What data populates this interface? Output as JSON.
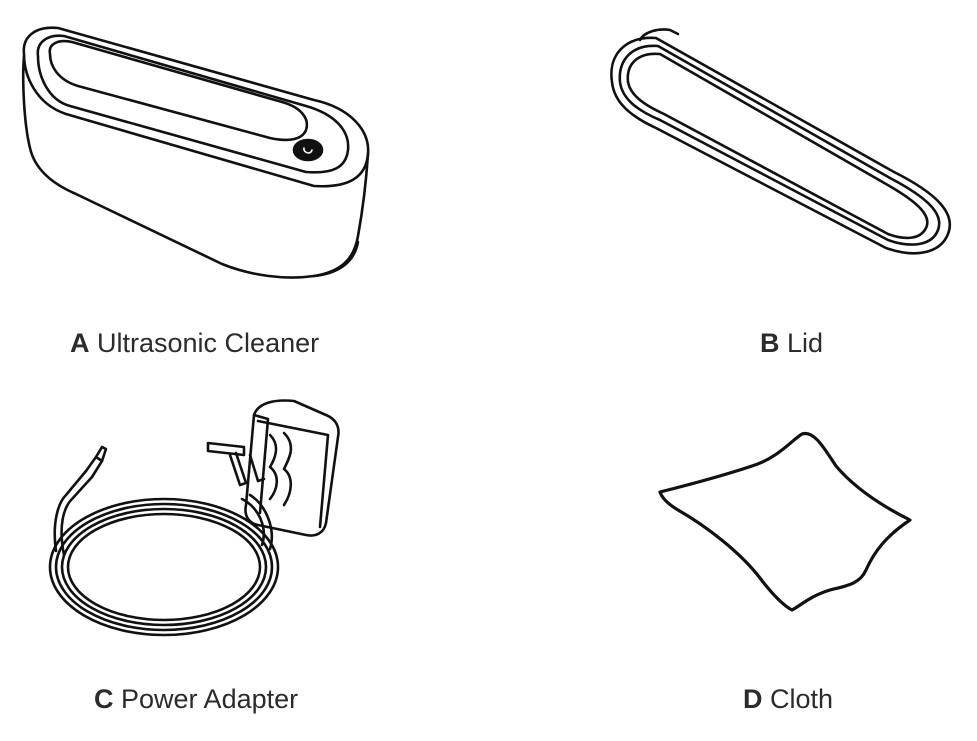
{
  "items": [
    {
      "letter": "A",
      "name": "Ultrasonic Cleaner",
      "icon": "ultrasonic-cleaner-icon"
    },
    {
      "letter": "B",
      "name": "Lid",
      "icon": "lid-icon"
    },
    {
      "letter": "C",
      "name": "Power Adapter",
      "icon": "power-adapter-icon"
    },
    {
      "letter": "D",
      "name": "Cloth",
      "icon": "cloth-icon"
    }
  ],
  "colors": {
    "line": "#111111",
    "text": "#2b2b2b",
    "background": "#ffffff"
  }
}
